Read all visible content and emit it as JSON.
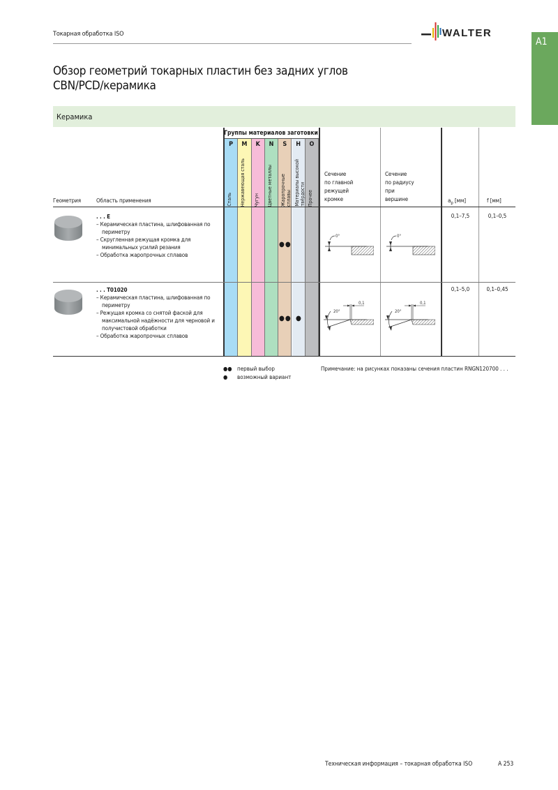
{
  "header": {
    "section": "Токарная обработка ISO",
    "brand": "WALTER",
    "tab": "A1",
    "brand_colors": [
      "#e4b800",
      "#d6322e",
      "#35a84a",
      "#2b6fb6"
    ]
  },
  "page_title": {
    "line1": "Обзор геометрий токарных пластин без задних углов",
    "line2": "CBN/PCD/керамика"
  },
  "section_band": "Керамика",
  "table": {
    "headers": {
      "geometry": "Геометрия",
      "application": "Область применения",
      "material_groups": "Группы материалов заготовки",
      "main_edge_section": [
        "Сечение",
        "по главной",
        "режущей",
        "кромке"
      ],
      "radius_section": [
        "Сечение",
        "по радиусу",
        "при",
        "вершине"
      ],
      "ap": "a",
      "ap_sub": "p",
      "ap_unit": " [мм]",
      "f": "f [мм]"
    },
    "materials": [
      {
        "letter": "P",
        "label": "Сталь",
        "color": "#a8dcf5"
      },
      {
        "letter": "M",
        "label": "Нержавеющая сталь",
        "color": "#fdf7b5"
      },
      {
        "letter": "K",
        "label": "Чугун",
        "color": "#f7bcd8"
      },
      {
        "letter": "N",
        "label": "Цветные металлы",
        "color": "#aedfc0"
      },
      {
        "letter": "S",
        "label": "Жаропрочные\nсплавы",
        "color": "#e8d0b8"
      },
      {
        "letter": "H",
        "label": "Материалы высокой\nтвёрдости",
        "color": "#e3ebf3"
      },
      {
        "letter": "O",
        "label": "Прочее",
        "color": "#bdbec0"
      }
    ],
    "rows": [
      {
        "code": ". . . E",
        "items": [
          "– Керамическая пластина, шлифованная по периметру",
          "– Скругленная режущая кромка для минимальных усилий резания",
          "– Обработка жаропрочных сплавов"
        ],
        "S": "●●",
        "H": "",
        "angle_label": "0°",
        "ap": "0,1–7,5",
        "f": "0,1–0,5"
      },
      {
        "code": ". . . T01020",
        "items": [
          "– Керамическая пластина, шлифованная по периметру",
          "– Режущая кромка со снятой фаской для максимальной надёжности для черновой и получистовой обработки",
          "– Обработка жаропрочных сплавов"
        ],
        "S": "●●",
        "H": "●",
        "angle_label": "20°",
        "chamfer_label": "0,1",
        "ap": "0,1–5,0",
        "f": "0,1–0,45"
      }
    ]
  },
  "legend": {
    "first_choice_symbol": "●●",
    "first_choice": "первый выбор",
    "possible_symbol": "●",
    "possible": "возможный вариант",
    "note": "Примечание: на рисунках показаны сечения пластин RNGN120700 . . ."
  },
  "footer": {
    "text": "Техническая информация – токарная обработка ISO",
    "page": "A 253"
  }
}
